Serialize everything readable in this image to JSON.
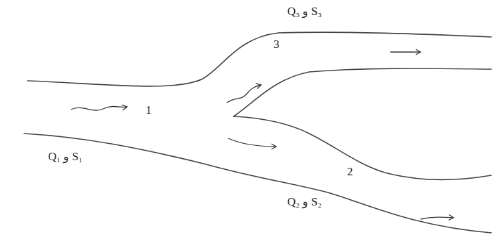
{
  "diagram": {
    "labels": [
      "Q₃ و S₃",
      "3",
      "1",
      "2",
      "Q₁ و S₁",
      "Q₂ و S₂"
    ]
  }
}
